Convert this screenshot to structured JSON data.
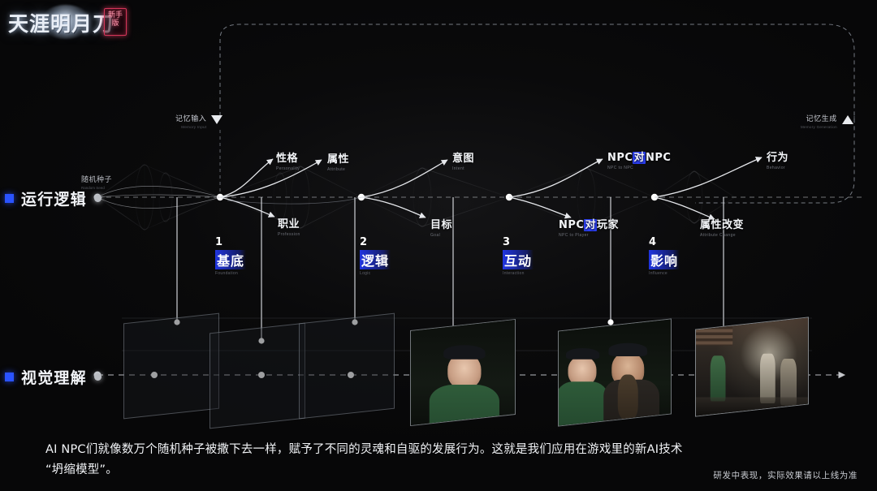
{
  "brand": {
    "title": "天涯明月刀",
    "badge": "新手版"
  },
  "rails": [
    {
      "label": "运行逻辑",
      "color": "#2a53ff"
    },
    {
      "label": "视觉理解",
      "color": "#2a53ff"
    }
  ],
  "memory": {
    "input": {
      "cn": "记忆输入",
      "en": "Memory Input"
    },
    "output": {
      "cn": "记忆生成",
      "en": "Memory Generation"
    }
  },
  "seed": {
    "cn": "随机种子",
    "en": "Random Seed"
  },
  "stages": [
    {
      "num": "1",
      "cn": "基底",
      "en": "Foundation"
    },
    {
      "num": "2",
      "cn": "逻辑",
      "en": "Logic"
    },
    {
      "num": "3",
      "cn": "互动",
      "en": "Interaction"
    },
    {
      "num": "4",
      "cn": "影响",
      "en": "Influence"
    }
  ],
  "nodes": {
    "personality": {
      "cn": "性格",
      "en": "Personality"
    },
    "attribute": {
      "cn": "属性",
      "en": "Attribute"
    },
    "profession": {
      "cn": "职业",
      "en": "Profession"
    },
    "intent": {
      "cn": "意图",
      "en": "Intent"
    },
    "goal": {
      "cn": "目标",
      "en": "Goal"
    },
    "npc_npc_a": "NPC",
    "npc_npc_hl": "对",
    "npc_npc_b": "NPC",
    "npc_npc_en": "NPC to NPC",
    "npc_player_a": "NPC",
    "npc_player_hl": "对",
    "npc_player_b": "玩家",
    "npc_player_en": "NPC to Player",
    "behavior": {
      "cn": "行为",
      "en": "Behavior"
    },
    "attr_change": {
      "cn": "属性改变",
      "en": "Attribute Change"
    }
  },
  "caption": {
    "line1": "AI NPC们就像数万个随机种子被撒下去一样，赋予了不同的灵魂和自驱的发展行为。这就是我们应用在游戏里的新AI技术",
    "line2": "“坍缩模型”。"
  },
  "disclaimer": "研发中表现，实际效果请以上线为准",
  "colors": {
    "accent": "#2a53ff",
    "highlight": "#2a3ef0",
    "line": "#e6e8ec",
    "background": "#060607"
  }
}
